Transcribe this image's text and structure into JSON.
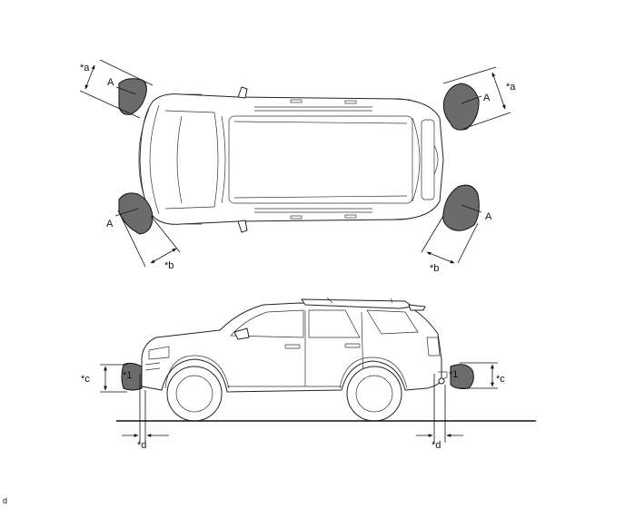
{
  "labels": {
    "a": "*a",
    "b": "*b",
    "c": "*c",
    "d": "*d",
    "one": "*1",
    "A": "A",
    "corner": "d"
  },
  "colors": {
    "detection_area": "#6b6b6b",
    "line": "#111111",
    "background": "#ffffff"
  }
}
